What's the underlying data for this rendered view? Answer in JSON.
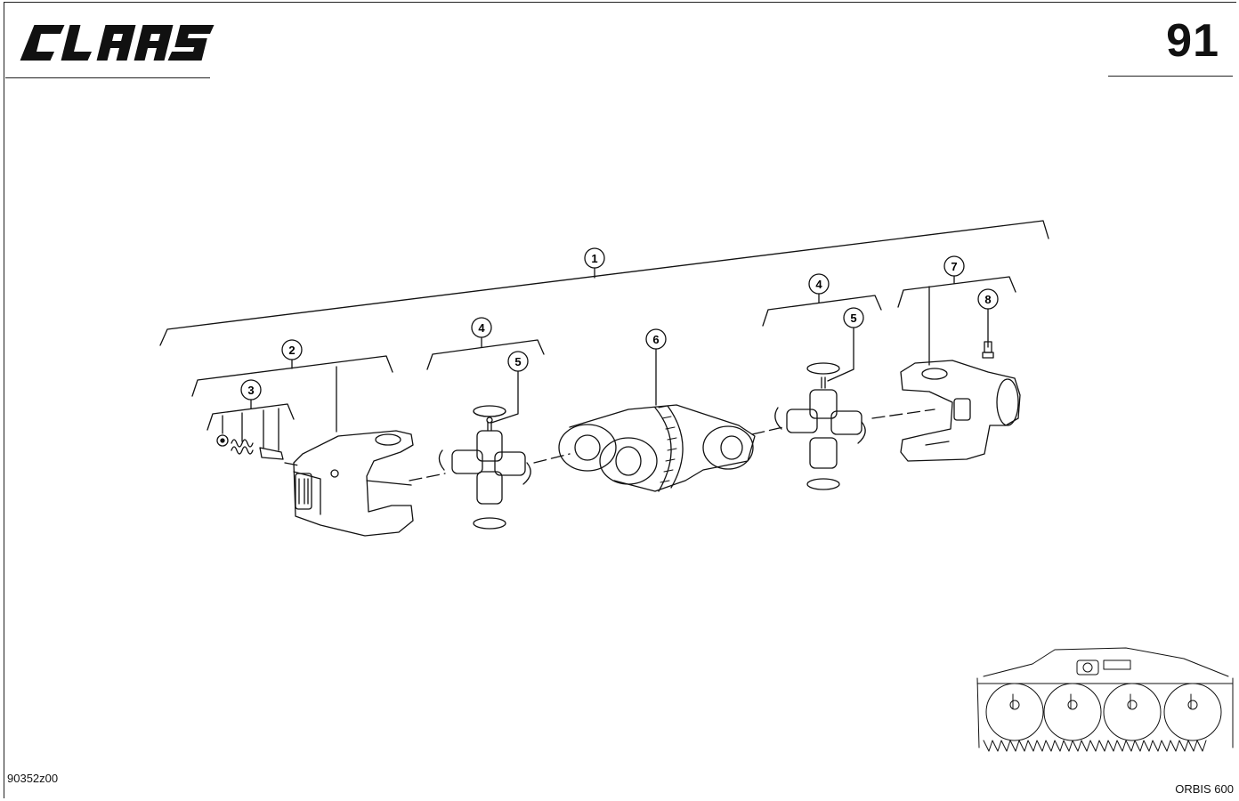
{
  "header": {
    "brand": "CLAAS",
    "page_number": "91"
  },
  "diagram": {
    "callouts": [
      {
        "id": "c1",
        "label": "1"
      },
      {
        "id": "c2",
        "label": "2"
      },
      {
        "id": "c3",
        "label": "3"
      },
      {
        "id": "c4a",
        "label": "4"
      },
      {
        "id": "c5a",
        "label": "5"
      },
      {
        "id": "c6",
        "label": "6"
      },
      {
        "id": "c4b",
        "label": "4"
      },
      {
        "id": "c5b",
        "label": "5"
      },
      {
        "id": "c7",
        "label": "7"
      },
      {
        "id": "c8",
        "label": "8"
      }
    ]
  },
  "footer": {
    "drawing_code": "90352z00",
    "model": "ORBIS 600"
  }
}
